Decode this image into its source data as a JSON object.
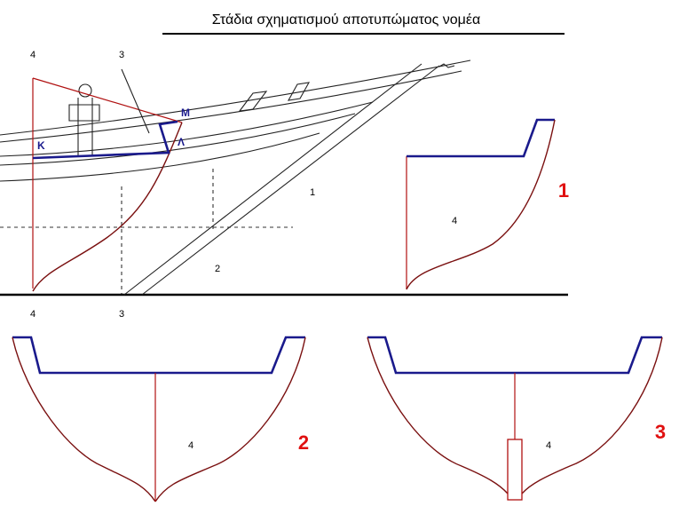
{
  "title": "Στάδια σχηματισμού αποτυπώματος νομέα",
  "side_view": {
    "top_labels": [
      "4",
      "3"
    ],
    "bottom_labels": [
      "4",
      "3"
    ],
    "points": {
      "M": "Μ",
      "K": "Κ",
      "L": "Λ"
    },
    "part_labels": [
      "1",
      "2"
    ]
  },
  "stages": [
    {
      "number": "1",
      "section_label": "4"
    },
    {
      "number": "2",
      "section_label": "4"
    },
    {
      "number": "3",
      "section_label": "4"
    }
  ],
  "colors": {
    "hull_line": "#7a1010",
    "construction_line": "#1a1a8c",
    "stage_number": "#e01010"
  }
}
